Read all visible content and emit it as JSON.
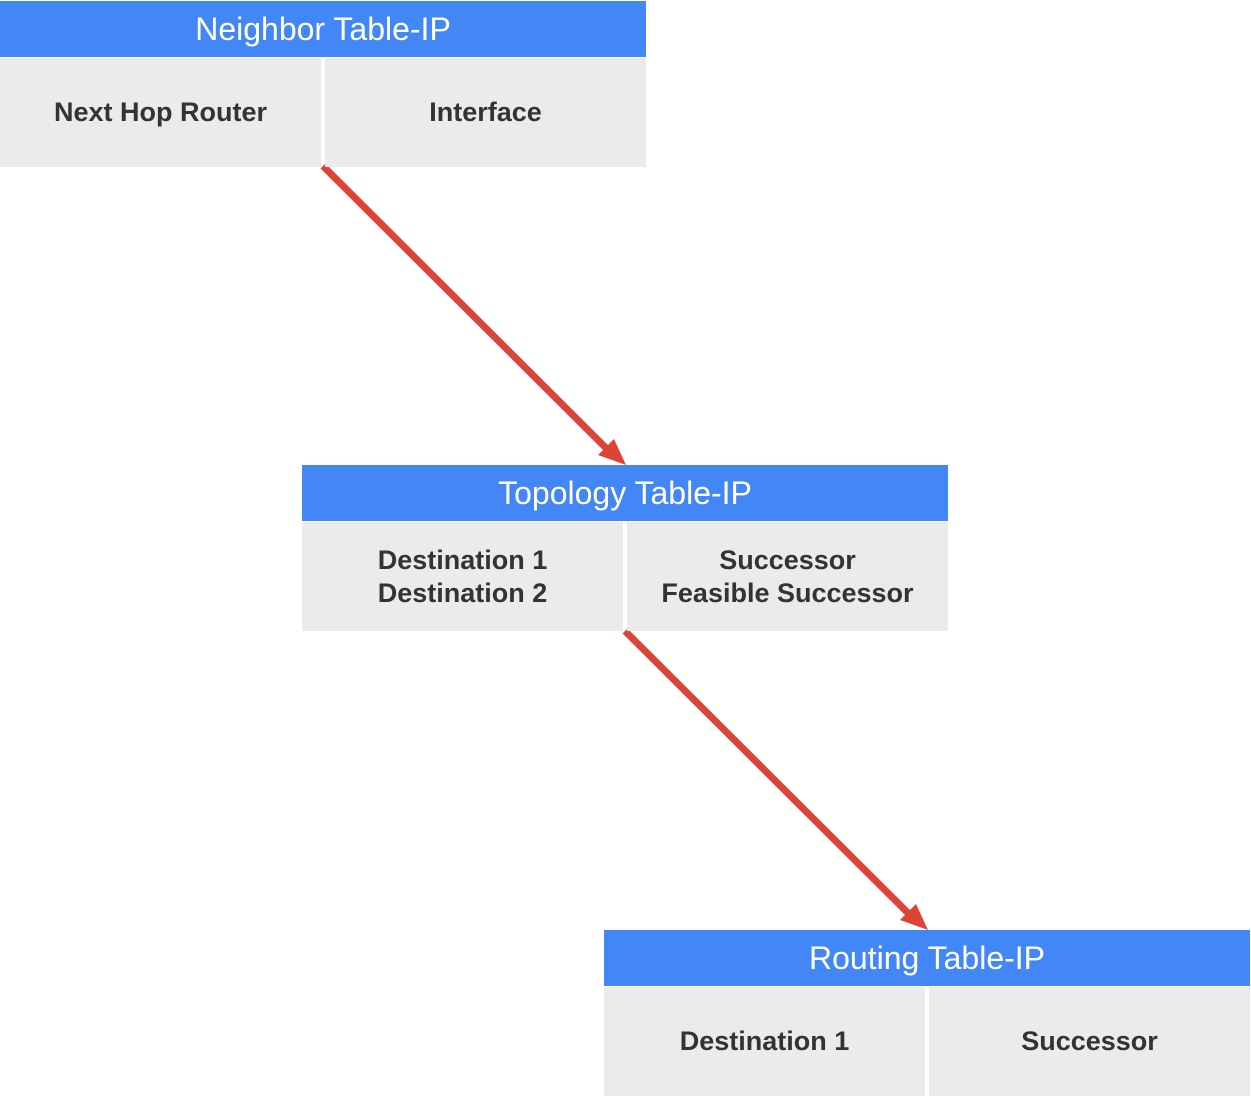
{
  "colors": {
    "header_bg": "#4386f5",
    "header_text": "#ffffff",
    "cell_bg": "#ebebeb",
    "cell_text": "#333333",
    "arrow": "#db4437"
  },
  "tables": {
    "neighbor": {
      "title": "Neighbor Table-IP",
      "left": [
        "Next Hop Router"
      ],
      "right": [
        "Interface"
      ]
    },
    "topology": {
      "title": "Topology Table-IP",
      "left": [
        "Destination 1",
        "Destination 2"
      ],
      "right": [
        "Successor",
        "Feasible Successor"
      ]
    },
    "routing": {
      "title": "Routing Table-IP",
      "left": [
        "Destination 1"
      ],
      "right": [
        "Successor"
      ]
    }
  }
}
